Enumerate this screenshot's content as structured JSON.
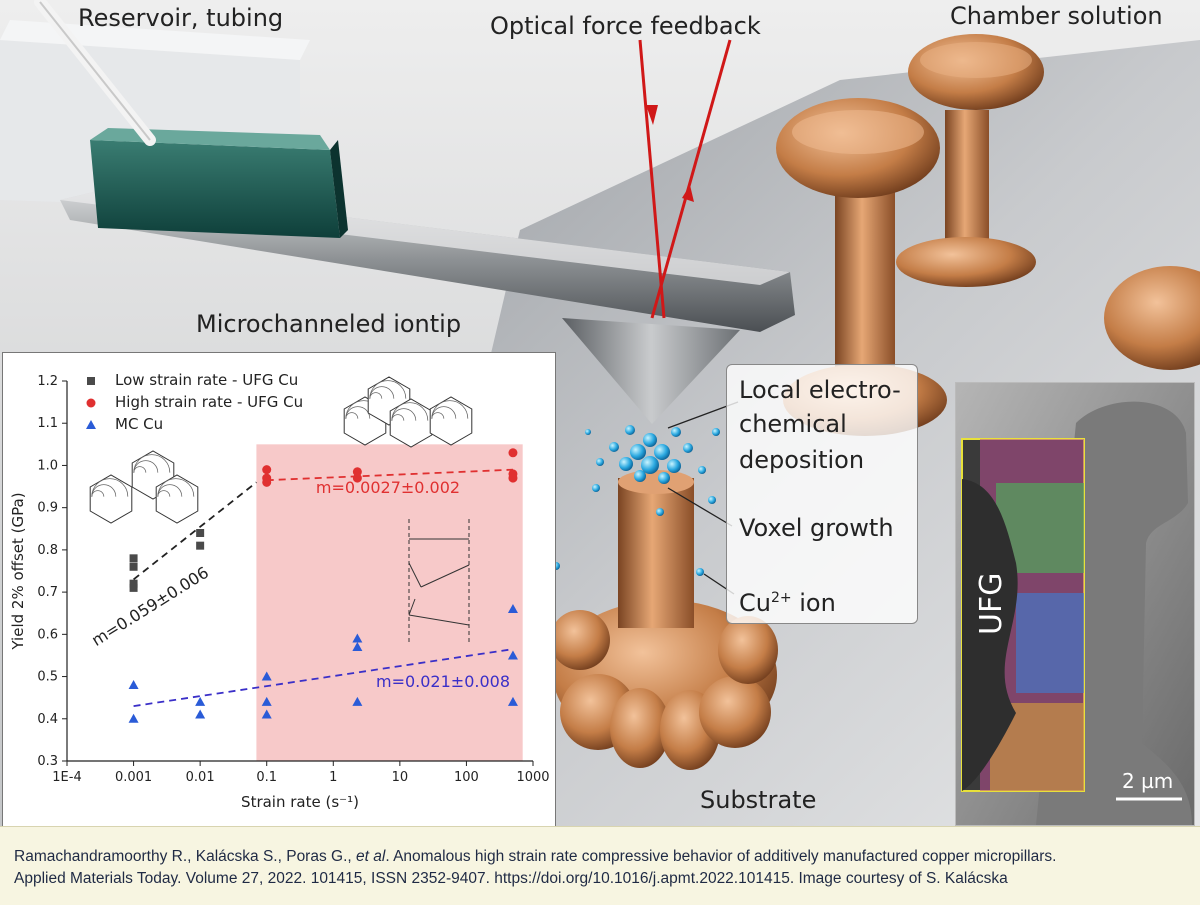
{
  "labels": {
    "reservoir": "Reservoir, tubing",
    "optical": "Optical force feedback",
    "chamber": "Chamber solution",
    "iontip": "Microchanneled iontip",
    "substrate": "Substrate"
  },
  "annotations": {
    "line1": "Local electro-",
    "line2": "chemical",
    "line3": "deposition",
    "voxel": "Voxel growth",
    "cu_prefix": "Cu",
    "cu_sup": "2+",
    "cu_suffix": " ion"
  },
  "sem": {
    "ufg_label": "UFG",
    "scale_label": "2 µm"
  },
  "chart_data": {
    "type": "scatter",
    "xlabel": "Strain rate (s⁻¹)",
    "ylabel": "Yield 2% offset (GPa)",
    "x_scale": "log",
    "xlim": [
      0.0001,
      1000
    ],
    "ylim": [
      0.3,
      1.2
    ],
    "x_ticks": [
      0.0001,
      0.001,
      0.01,
      0.1,
      1,
      10,
      100,
      1000
    ],
    "x_tick_labels": [
      "1E-4",
      "0.001",
      "0.01",
      "0.1",
      "1",
      "10",
      "100",
      "1000"
    ],
    "y_ticks": [
      0.3,
      0.4,
      0.5,
      0.6,
      0.7,
      0.8,
      0.9,
      1.0,
      1.1,
      1.2
    ],
    "y_tick_labels": [
      "0.3",
      "0.4",
      "0.5",
      "0.6",
      "0.7",
      "0.8",
      "0.9",
      "1.0",
      "1.1",
      "1.2"
    ],
    "shaded_region": {
      "x": [
        0.07,
        700
      ],
      "y": [
        0.3,
        1.05
      ],
      "color": "#f7c9c9"
    },
    "legend_position": "top-left",
    "series": [
      {
        "name": "Low strain rate - UFG Cu",
        "marker": "square",
        "color": "#4a4a4a",
        "points": [
          [
            0.001,
            0.78
          ],
          [
            0.001,
            0.76
          ],
          [
            0.001,
            0.72
          ],
          [
            0.001,
            0.71
          ],
          [
            0.01,
            0.84
          ],
          [
            0.01,
            0.81
          ]
        ],
        "fit": {
          "x": [
            0.001,
            0.07
          ],
          "y": [
            0.73,
            0.96
          ],
          "color": "#222222",
          "label": "m=0.059±0.006"
        }
      },
      {
        "name": "High strain rate - UFG Cu",
        "marker": "circle",
        "color": "#e03030",
        "points": [
          [
            0.1,
            0.99
          ],
          [
            0.1,
            0.97
          ],
          [
            0.1,
            0.96
          ],
          [
            2.3,
            0.985
          ],
          [
            2.3,
            0.97
          ],
          [
            500,
            1.03
          ],
          [
            500,
            0.98
          ],
          [
            500,
            0.97
          ]
        ],
        "fit": {
          "x": [
            0.1,
            500
          ],
          "y": [
            0.965,
            0.99
          ],
          "color": "#e03030",
          "label": "m=0.0027±0.002"
        }
      },
      {
        "name": "MC Cu",
        "marker": "triangle",
        "color": "#2a5bd7",
        "points": [
          [
            0.001,
            0.48
          ],
          [
            0.001,
            0.4
          ],
          [
            0.01,
            0.44
          ],
          [
            0.01,
            0.41
          ],
          [
            0.1,
            0.5
          ],
          [
            0.1,
            0.44
          ],
          [
            0.1,
            0.41
          ],
          [
            2.3,
            0.59
          ],
          [
            2.3,
            0.57
          ],
          [
            2.3,
            0.44
          ],
          [
            500,
            0.66
          ],
          [
            500,
            0.55
          ],
          [
            500,
            0.44
          ]
        ],
        "fit": {
          "x": [
            0.001,
            500
          ],
          "y": [
            0.43,
            0.565
          ],
          "color": "#3a2fc8",
          "label": "m=0.021±0.008"
        }
      }
    ]
  },
  "caption": {
    "line1_a": "Ramachandramoorthy R., Kalácska S., Poras G., ",
    "line1_b": "et al",
    "line1_c": ". Anomalous high strain rate compressive behavior of additively manufactured copper micropillars.",
    "line2": "Applied Materials Today. Volume 27, 2022. 101415, ISSN 2352-9407. https://doi.org/10.1016/j.apmt.2022.101415. Image courtesy of S. Kalácska"
  },
  "colors": {
    "copper": "#c98450",
    "caption_bg": "#f7f5e1",
    "caption_text": "#1f2a44"
  }
}
